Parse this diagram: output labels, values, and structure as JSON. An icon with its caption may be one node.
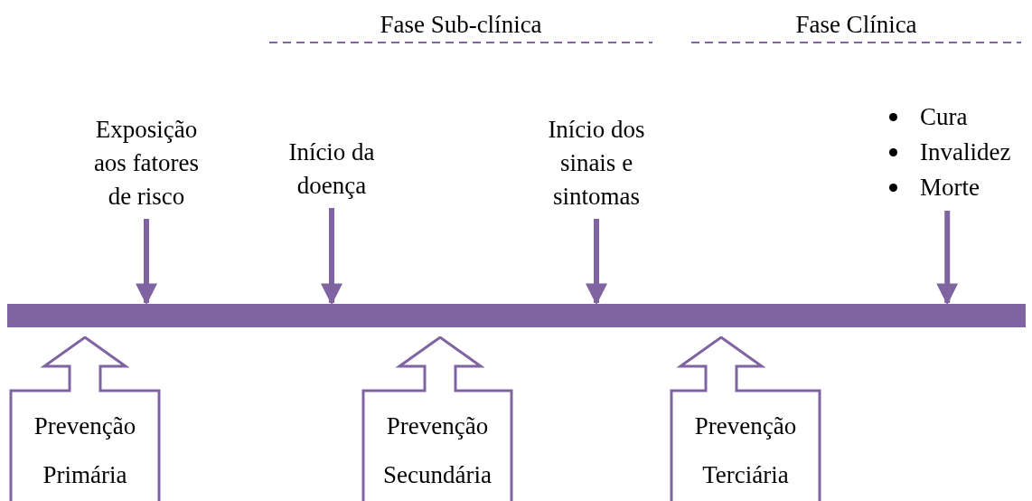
{
  "diagram": {
    "nodes": [
      {
        "text": [
          "Exposição aos fatores de risco"
        ]
      },
      {
        "text": [
          "Início da doença"
        ]
      },
      {
        "text": [
          "Início dos sinais e sintomas"
        ]
      },
      {
        "text": [
          "Cura",
          "Invalidez",
          "Morte"
        ]
      },
      {
        "text": [],
        "shape": "bar"
      },
      {
        "text": [
          "Prevenção Primária"
        ]
      },
      {
        "text": [
          "Prevenção Secundária"
        ]
      },
      {
        "text": [
          "Prevenção Terciária"
        ]
      }
    ],
    "edges": [
      {
        "from": 0,
        "to": 4,
        "arrow": "to"
      },
      {
        "from": 1,
        "to": 4,
        "arrow": "to"
      },
      {
        "from": 2,
        "to": 4,
        "arrow": "to"
      },
      {
        "from": 3,
        "to": 4,
        "arrow": "to"
      }
    ],
    "labels": [
      "Fase Sub-clínica",
      "Fase Clínica"
    ]
  }
}
